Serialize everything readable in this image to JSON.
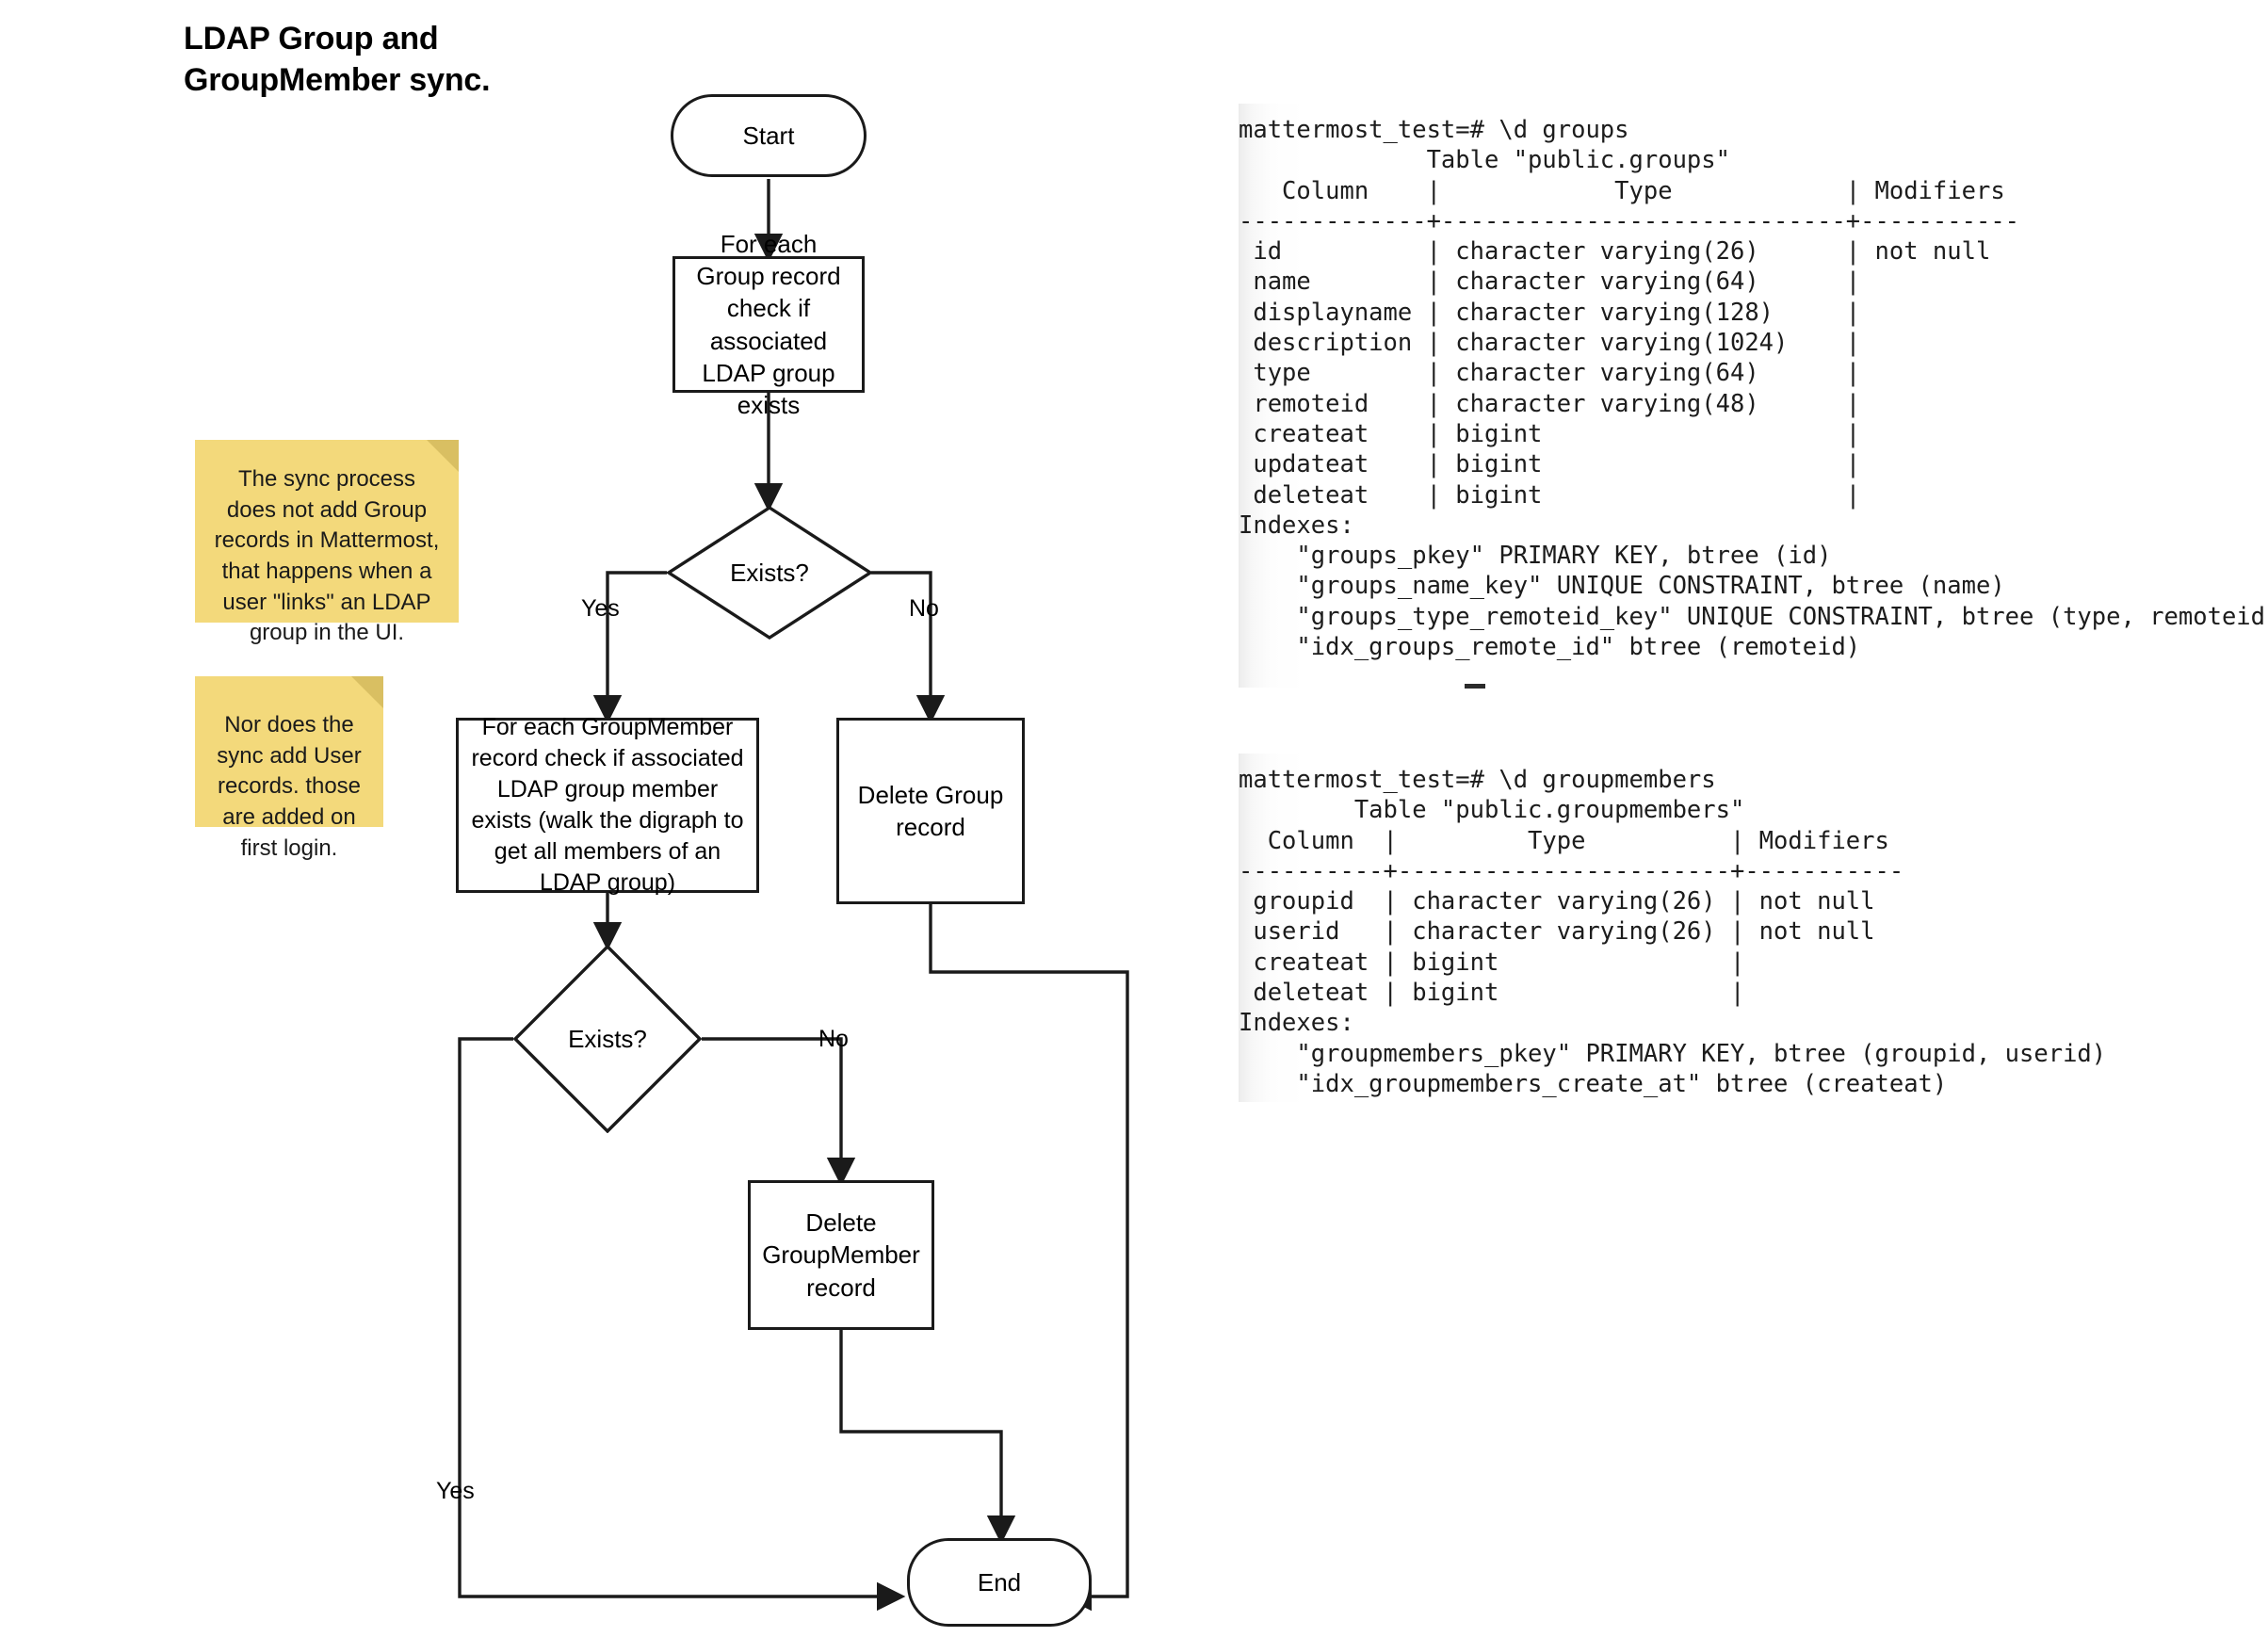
{
  "title": "LDAP Group and\nGroupMember sync.",
  "flow": {
    "nodes": {
      "start": "Start",
      "check_group": "For each Group record check if associated LDAP group exists",
      "exists_1": "Exists?",
      "check_groupmember": "For each GroupMember record check if associated LDAP group member exists (walk the digraph to get all members of an LDAP group)",
      "delete_group": "Delete Group record",
      "exists_2": "Exists?",
      "delete_groupmember": "Delete GroupMember record",
      "end": "End"
    },
    "edges": {
      "yes_1": "Yes",
      "no_1": "No",
      "no_2": "No",
      "yes_2": "Yes"
    }
  },
  "notes": [
    {
      "text": "The sync process does not add Group records in Mattermost, that happens when a user \"links\" an LDAP group in the UI."
    },
    {
      "text": "Nor does the sync add User records. those are added on first login."
    }
  ],
  "terminals": [
    {
      "name": "groups-table-output",
      "lines": [
        "mattermost_test=# \\d groups",
        "             Table \"public.groups\"",
        "   Column    |            Type            | Modifiers ",
        "-------------+----------------------------+-----------",
        " id          | character varying(26)      | not null",
        " name        | character varying(64)      |",
        " displayname | character varying(128)     |",
        " description | character varying(1024)    |",
        " type        | character varying(64)      |",
        " remoteid    | character varying(48)      |",
        " createat    | bigint                     |",
        " updateat    | bigint                     |",
        " deleteat    | bigint                     |",
        "Indexes:",
        "    \"groups_pkey\" PRIMARY KEY, btree (id)",
        "    \"groups_name_key\" UNIQUE CONSTRAINT, btree (name)",
        "    \"groups_type_remoteid_key\" UNIQUE CONSTRAINT, btree (type, remoteid)",
        "    \"idx_groups_remote_id\" btree (remoteid)"
      ]
    },
    {
      "name": "groupmembers-table-output",
      "lines": [
        "mattermost_test=# \\d groupmembers",
        "        Table \"public.groupmembers\"",
        "  Column  |         Type          | Modifiers ",
        "----------+-----------------------+-----------",
        " groupid  | character varying(26) | not null",
        " userid   | character varying(26) | not null",
        " createat | bigint                |",
        " deleteat | bigint                |",
        "Indexes:",
        "    \"groupmembers_pkey\" PRIMARY KEY, btree (groupid, userid)",
        "    \"idx_groupmembers_create_at\" btree (createat)"
      ]
    }
  ],
  "colors": {
    "note_bg": "#f3d97b",
    "note_fold": "#d9bf62",
    "stroke": "#1a1a1a",
    "text": "#000000",
    "terminal_bg": "#ffffff"
  }
}
